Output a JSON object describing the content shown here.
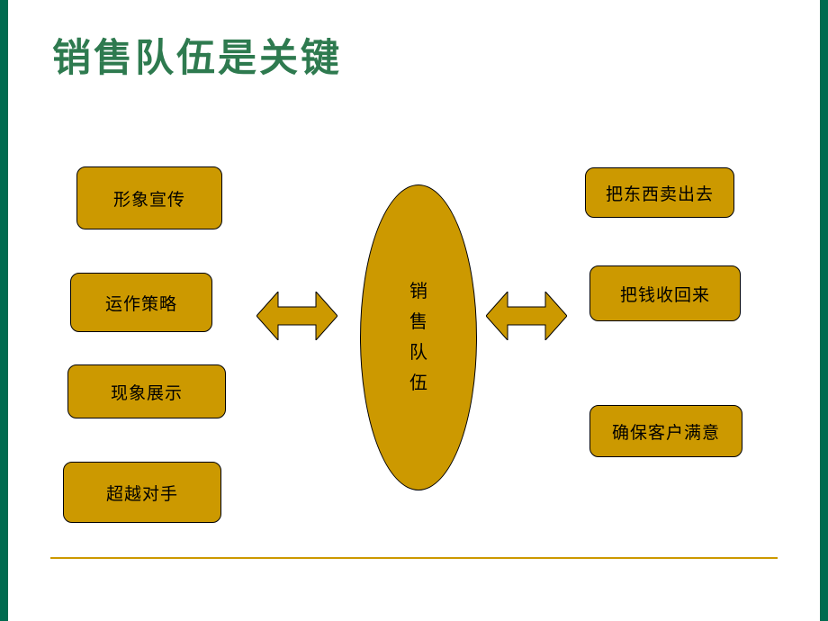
{
  "slide": {
    "title": "销售队伍是关键",
    "title_color": "#2E7A4F",
    "accent_gold": "#CC9900",
    "edge_green": "#006B4F"
  },
  "center_ellipse": {
    "label": "销售队伍",
    "display": "销\n售\n队\n伍"
  },
  "left_boxes": [
    {
      "label": "形象宣传"
    },
    {
      "label": "运作策略"
    },
    {
      "label": "现象展示"
    },
    {
      "label": "超越对手"
    }
  ],
  "right_boxes": [
    {
      "label": "把东西卖出去"
    },
    {
      "label": "把钱收回来"
    },
    {
      "label": "确保客户满意"
    }
  ],
  "connectors": [
    {
      "name": "left-double-arrow"
    },
    {
      "name": "right-double-arrow"
    }
  ]
}
